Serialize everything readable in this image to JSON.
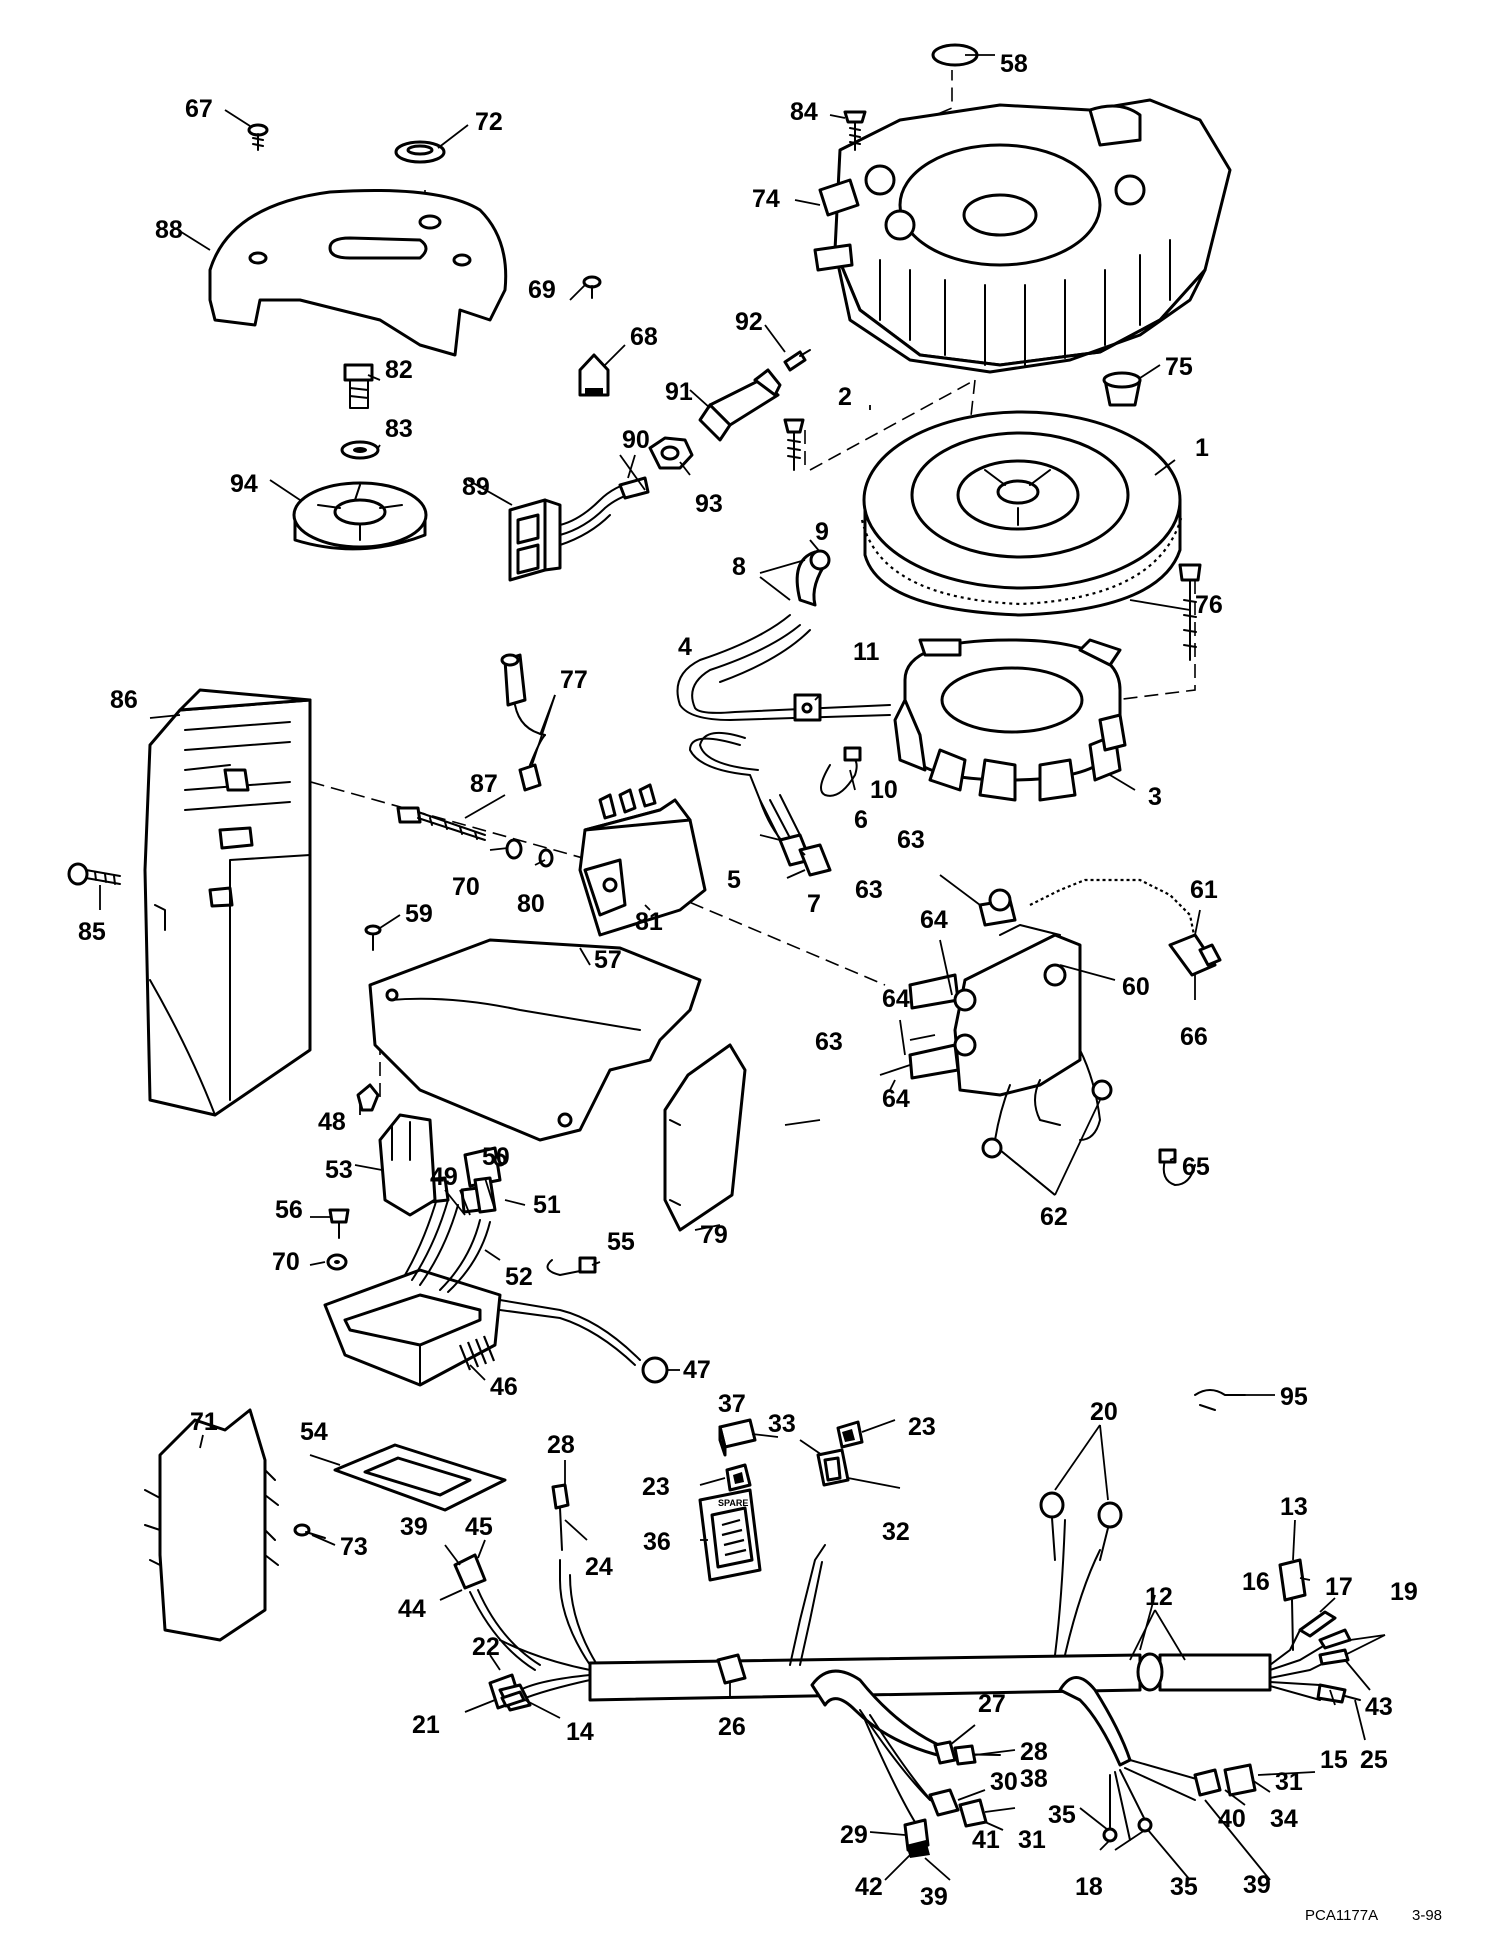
{
  "figure_code": "PCA1177A",
  "date_code": "3-98",
  "callouts": [
    "1",
    "2",
    "3",
    "4",
    "5",
    "6",
    "7",
    "8",
    "9",
    "10",
    "11",
    "12",
    "13",
    "14",
    "15",
    "16",
    "17",
    "18",
    "19",
    "20",
    "21",
    "22",
    "23",
    "23",
    "24",
    "25",
    "26",
    "27",
    "28",
    "28",
    "29",
    "30",
    "31",
    "31",
    "31",
    "32",
    "33",
    "34",
    "35",
    "35",
    "36",
    "37",
    "38",
    "39",
    "39",
    "39",
    "39",
    "40",
    "41",
    "42",
    "43",
    "44",
    "45",
    "46",
    "47",
    "48",
    "49",
    "50",
    "51",
    "52",
    "53",
    "54",
    "55",
    "56",
    "57",
    "58",
    "59",
    "60",
    "61",
    "62",
    "63",
    "63",
    "63",
    "64",
    "64",
    "64",
    "65",
    "66",
    "67",
    "68",
    "69",
    "70",
    "70",
    "71",
    "72",
    "73",
    "74",
    "75",
    "76",
    "77",
    "79",
    "80",
    "81",
    "82",
    "83",
    "84",
    "85",
    "86",
    "87",
    "88",
    "89",
    "90",
    "91",
    "92",
    "93",
    "94",
    "95"
  ],
  "spare_label": "SPARE"
}
